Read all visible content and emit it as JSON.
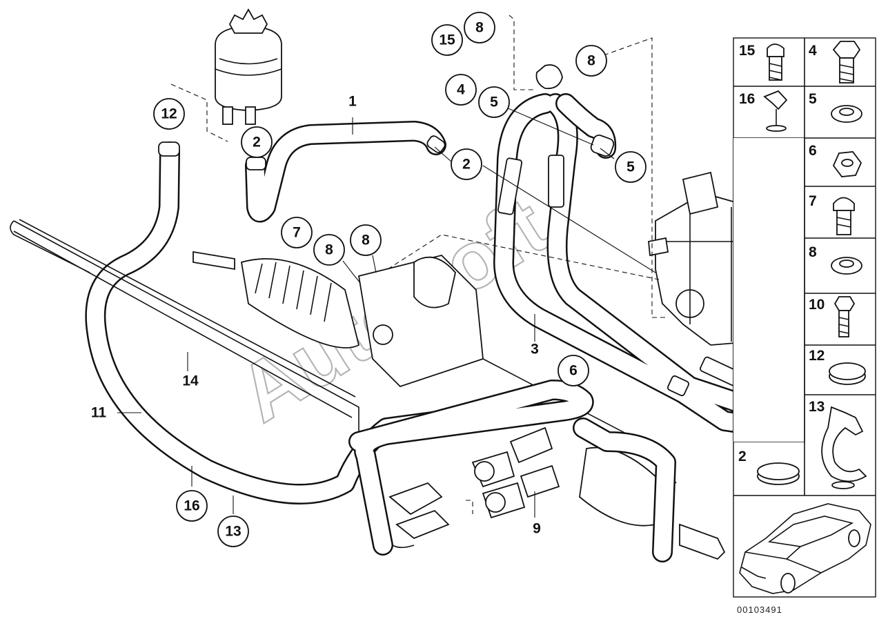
{
  "diagram": {
    "watermark": "AutoSoft",
    "reference_number": "00103491",
    "callouts": {
      "c15": "15",
      "c8a": "8",
      "c8b": "8",
      "c4": "4",
      "c5a": "5",
      "c5b": "5",
      "c1": "1",
      "c2a": "2",
      "c2b": "2",
      "c12": "12",
      "c7": "7",
      "c8c": "8",
      "c8d": "8",
      "c3": "3",
      "c6": "6",
      "c14": "14",
      "c11": "11",
      "c16": "16",
      "c13": "13",
      "c9": "9"
    },
    "legend": {
      "items": [
        "15",
        "4",
        "16",
        "5",
        "6",
        "7",
        "8",
        "10",
        "12",
        "13",
        "2"
      ]
    }
  }
}
